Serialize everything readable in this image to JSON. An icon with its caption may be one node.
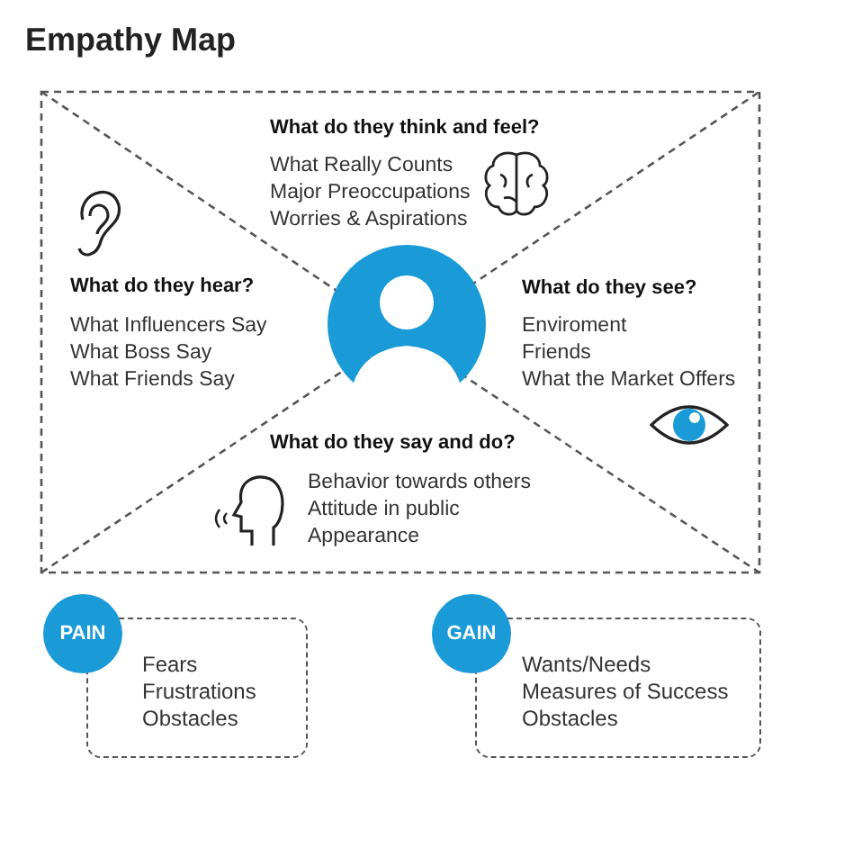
{
  "diagram": {
    "title": "Empathy Map",
    "nodes": [
      {
        "text": [
          "PAIN"
        ]
      },
      {
        "text": [
          "Fears",
          "Frustrations",
          "Obstacles"
        ]
      },
      {
        "text": [
          "GAIN"
        ]
      },
      {
        "text": [
          "Wants/Needs",
          "Measures of Success",
          "Obstacles"
        ]
      }
    ],
    "labels": [
      "What do they think and feel?",
      "What Really Counts",
      "Major Preoccupations",
      "Worries & Aspirations",
      "What do they hear?",
      "What Influencers Say",
      "What Boss Say",
      "What Friends Say",
      "What do they see?",
      "Enviroment",
      "Friends",
      "What the Market Offers",
      "What do they say and do?",
      "Behavior towards others",
      "Attitude in public",
      "Appearance"
    ]
  }
}
